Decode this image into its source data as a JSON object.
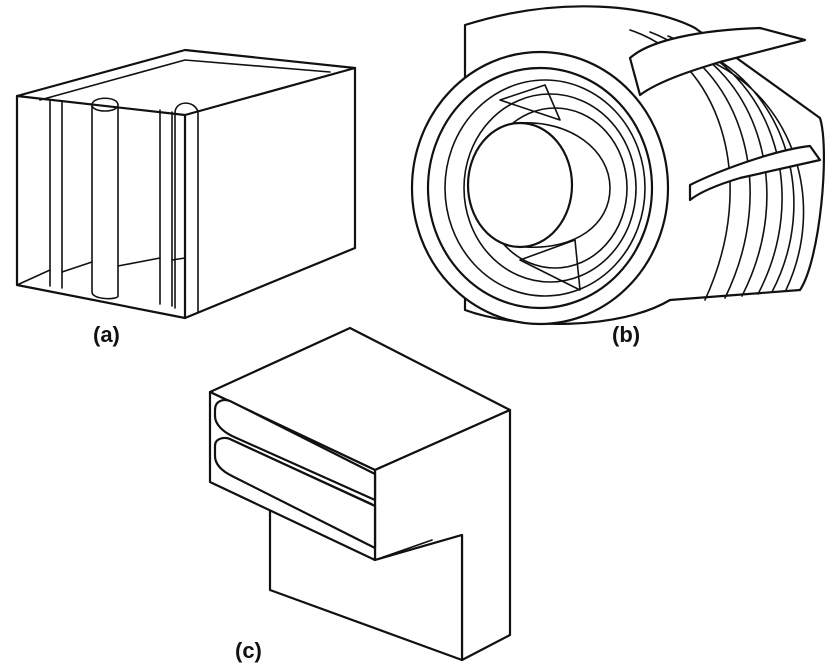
{
  "figure": {
    "labels": {
      "a": "(a)",
      "b": "(b)",
      "c": "(c)"
    },
    "colors": {
      "ink": "#111111",
      "background": "#ffffff"
    }
  }
}
